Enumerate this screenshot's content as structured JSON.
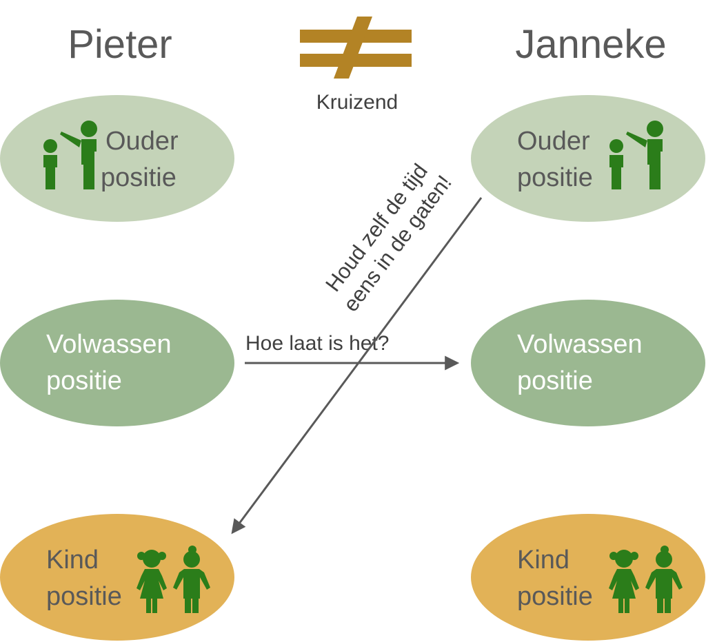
{
  "people": {
    "left": "Pieter",
    "right": "Janneke"
  },
  "symbol": {
    "icon": "not-equal-icon",
    "caption": "Kruizend"
  },
  "positions": {
    "parent": {
      "line1": "Ouder",
      "line2": "positie"
    },
    "adult": {
      "line1": "Volwassen",
      "line2": "positie"
    },
    "child": {
      "line1": "Kind",
      "line2": "positie"
    }
  },
  "arrows": {
    "horizontal_label": "Hoe laat is het?",
    "diagonal_label_line1": "Houd zelf de tijd",
    "diagonal_label_line2": "eens in de gaten!"
  },
  "colors": {
    "parent_fill": "#c4d3b8",
    "adult_fill": "#9bb891",
    "child_fill": "#e2b257",
    "icon_green": "#2b7d1a",
    "symbol_gold": "#b38325",
    "arrow": "#595959"
  }
}
